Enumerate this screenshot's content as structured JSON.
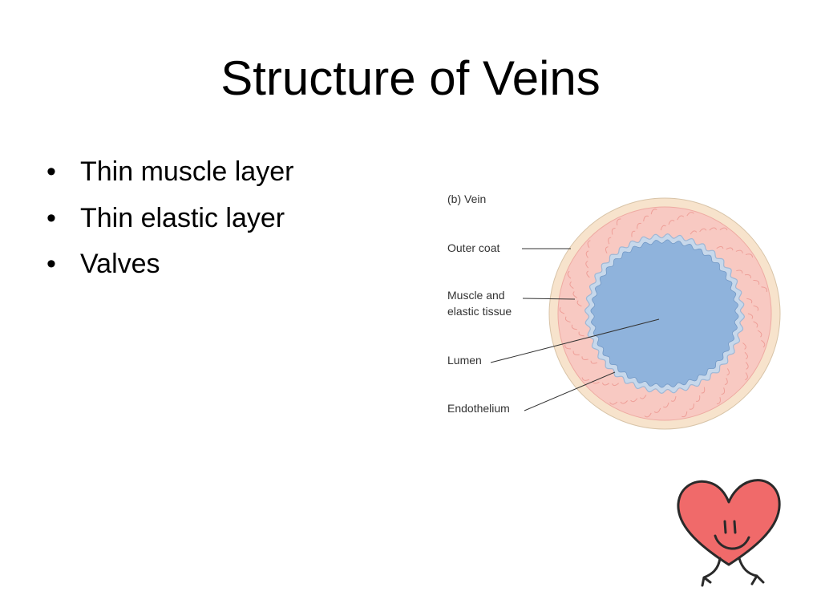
{
  "slide": {
    "title": "Structure of Veins",
    "bullets": [
      {
        "bullet": "•",
        "text": "Thin muscle layer"
      },
      {
        "bullet": "•",
        "text": "Thin elastic layer"
      },
      {
        "bullet": "•",
        "text": "Valves"
      }
    ]
  },
  "diagram": {
    "caption": "(b) Vein",
    "labels": {
      "outer_coat": "Outer coat",
      "muscle_line1": "Muscle and",
      "muscle_line2": "elastic tissue",
      "lumen": "Lumen",
      "endothelium": "Endothelium"
    },
    "colors": {
      "outer_coat": "#f7e3cc",
      "muscle": "#f8c9c2",
      "endothelium": "#c7d8eb",
      "lumen": "#8fb3dc"
    }
  },
  "decoration": {
    "icon": "smiling-heart-icon",
    "heart_color": "#f06a6a"
  }
}
